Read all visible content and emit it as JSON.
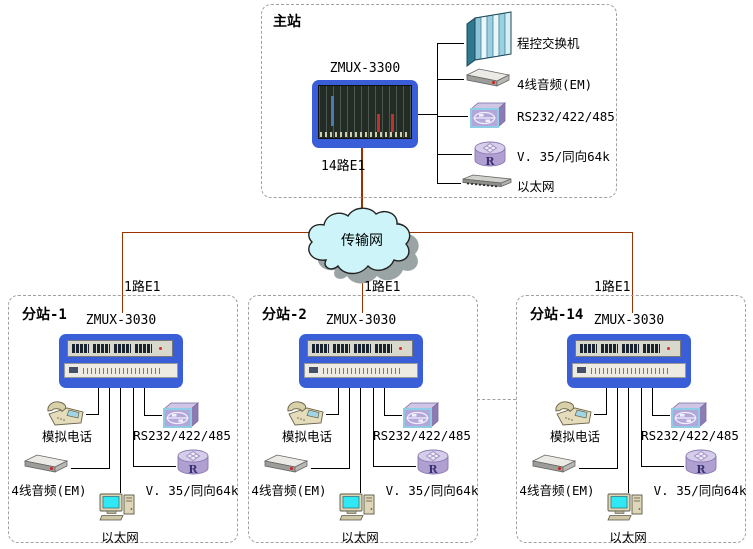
{
  "main_station": {
    "title": "主站",
    "device_label": "ZMUX-3300",
    "link_label": "14路E1",
    "peripherals": [
      {
        "icon": "pbx-switch-icon",
        "label": "程控交换机"
      },
      {
        "icon": "audio-4wire-icon",
        "label": "4线音频(EM)"
      },
      {
        "icon": "serial-interface-icon",
        "label": "RS232/422/485"
      },
      {
        "icon": "v35-router-icon",
        "label": "V. 35/同向64k"
      },
      {
        "icon": "ethernet-hub-icon",
        "label": "以太网"
      }
    ]
  },
  "transmission_cloud": {
    "label": "传输网"
  },
  "e1_links": {
    "left": "1路E1",
    "middle": "1路E1",
    "right": "1路E1"
  },
  "substations": [
    {
      "title": "分站-1",
      "device_label": "ZMUX-3030",
      "peripherals": {
        "phone": "模拟电话",
        "serial": "RS232/422/485",
        "audio": "4线音频(EM)",
        "v35": "V. 35/同向64k",
        "ethernet": "以太网"
      }
    },
    {
      "title": "分站-2",
      "device_label": "ZMUX-3030",
      "peripherals": {
        "phone": "模拟电话",
        "serial": "RS232/422/485",
        "audio": "4线音频(EM)",
        "v35": "V. 35/同向64k",
        "ethernet": "以太网"
      }
    },
    {
      "title": "分站-14",
      "device_label": "ZMUX-3030",
      "peripherals": {
        "phone": "模拟电话",
        "serial": "RS232/422/485",
        "audio": "4线音频(EM)",
        "v35": "V. 35/同向64k",
        "ethernet": "以太网"
      }
    }
  ],
  "colors": {
    "e1_line": "#993300",
    "device_blue": "#3a5ed8",
    "cloud_fill": "#cdf5f9",
    "box_border": "#a0a0a0"
  }
}
